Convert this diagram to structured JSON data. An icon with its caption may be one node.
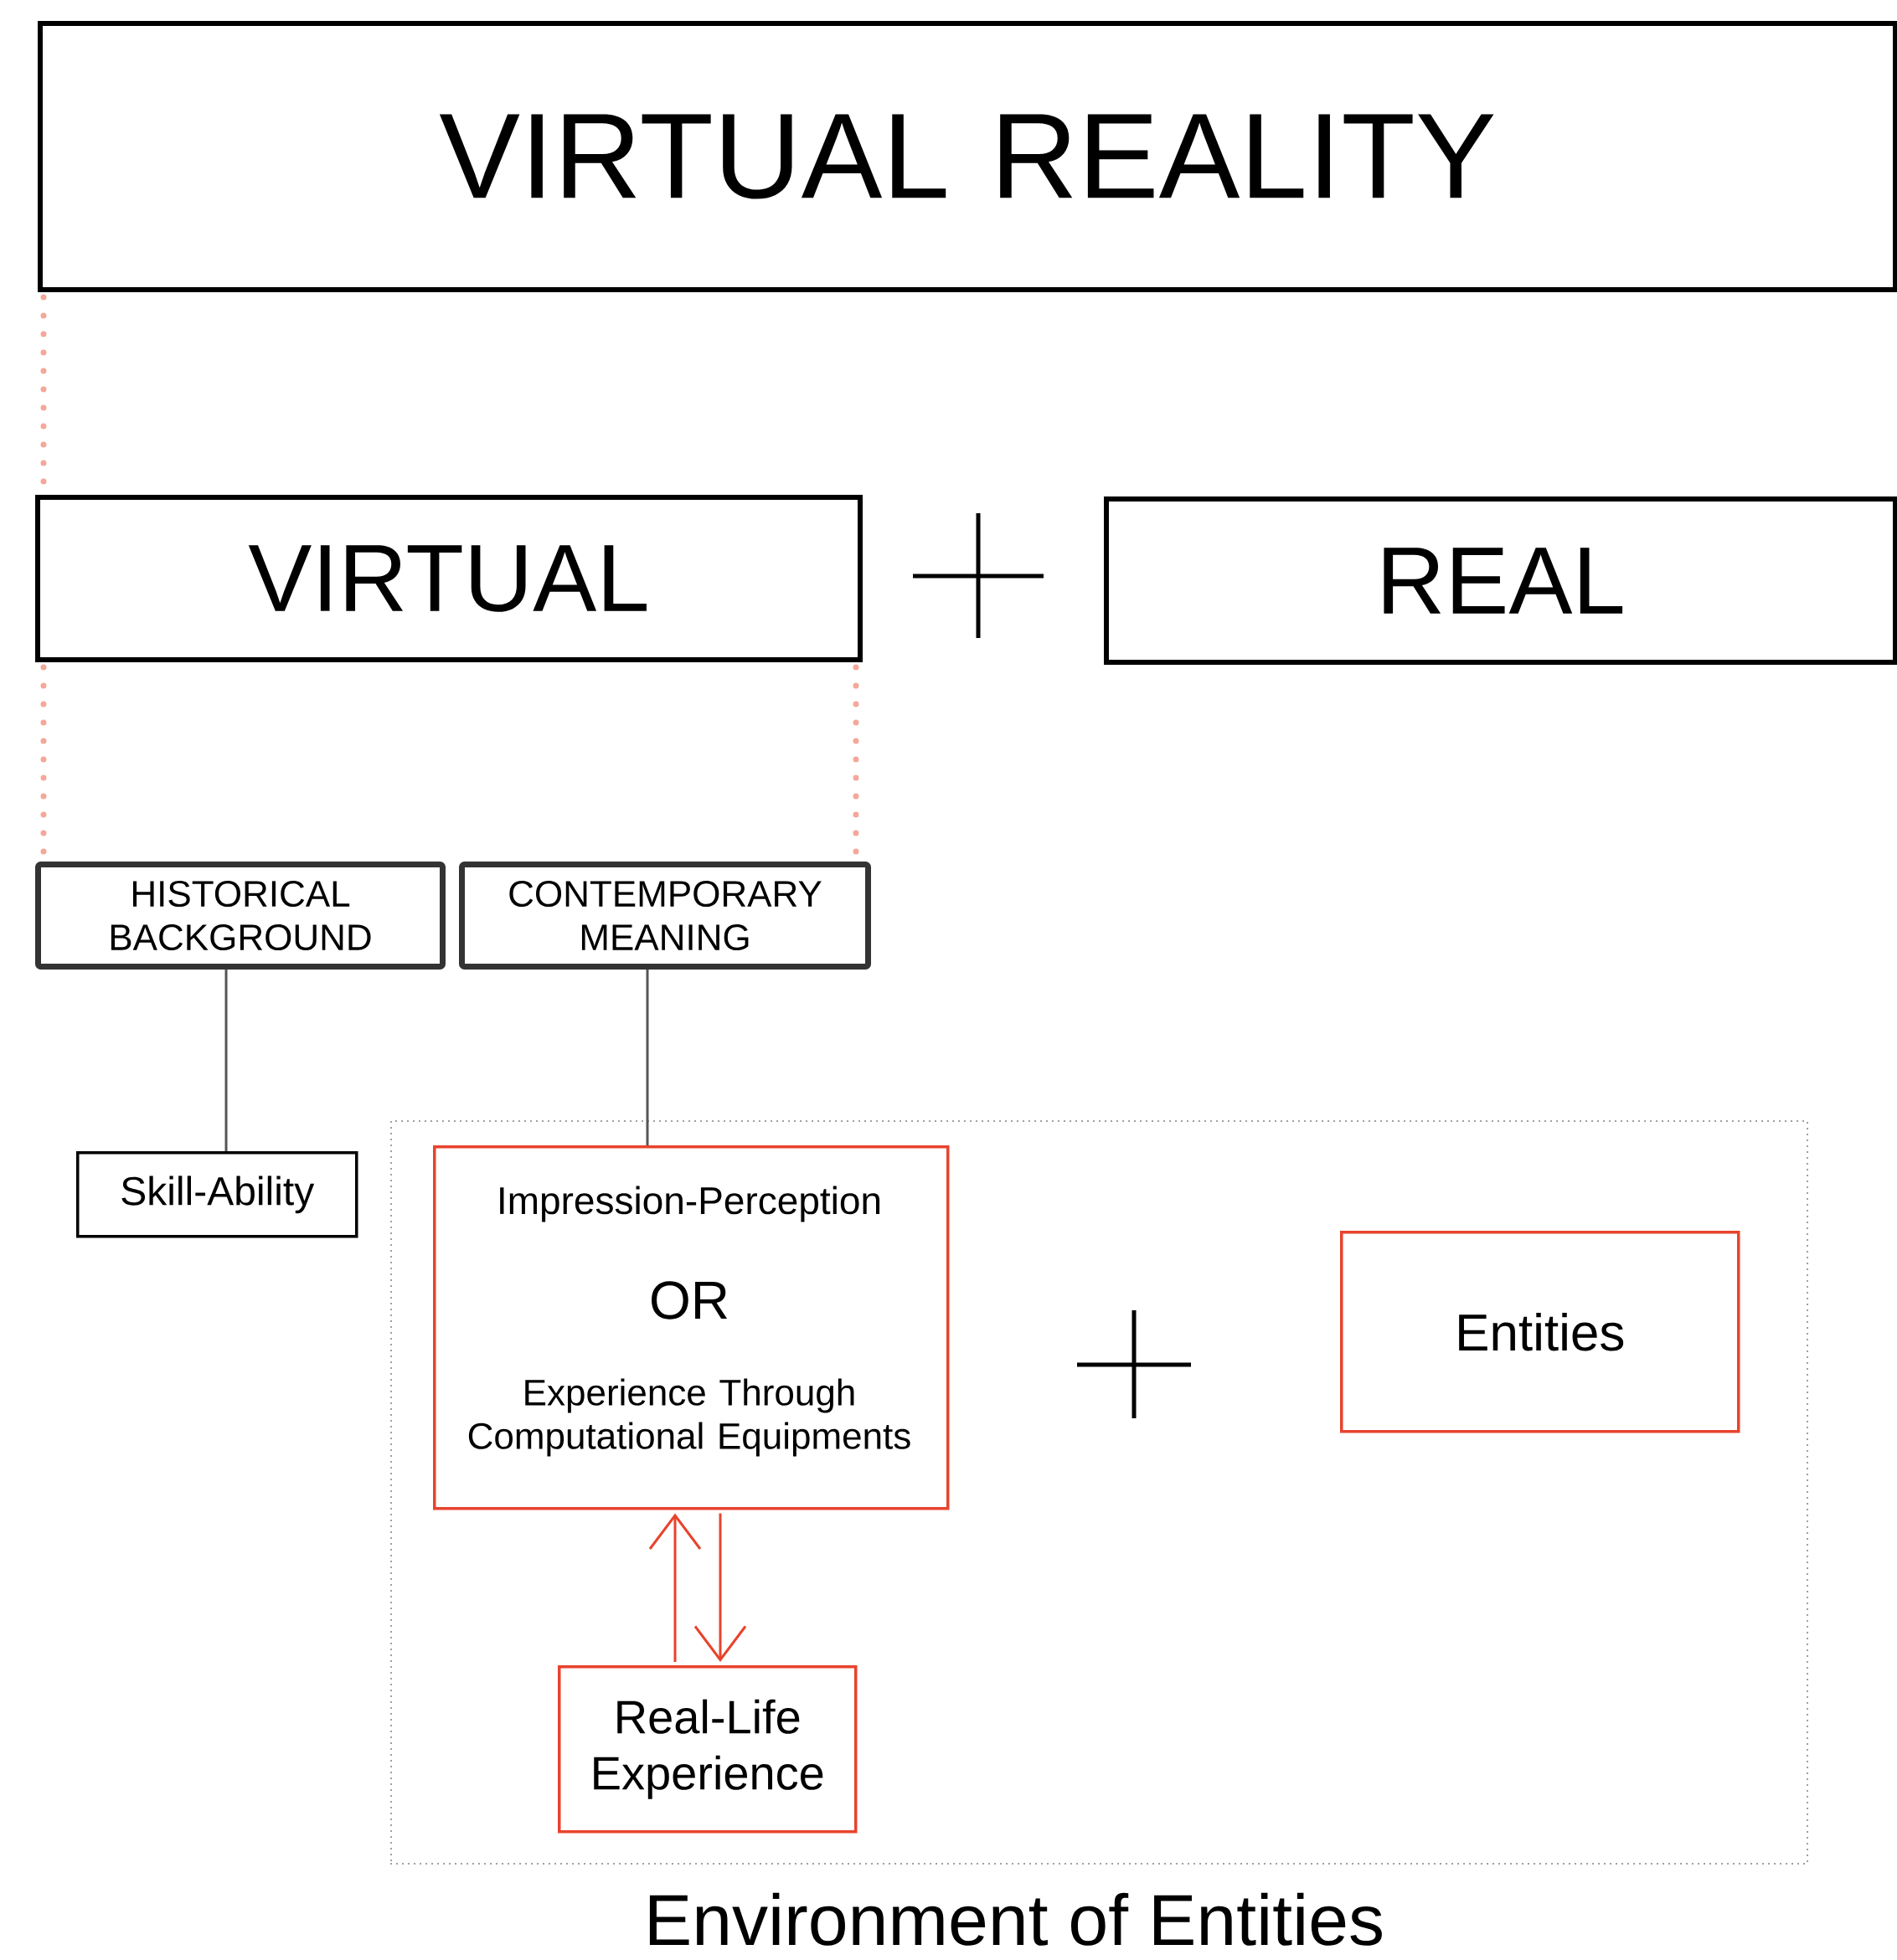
{
  "diagram": {
    "nodes": [
      {
        "text": [
          "VIRTUAL REALITY"
        ]
      },
      {
        "text": [
          "VIRTUAL"
        ]
      },
      {
        "text": [
          "REAL"
        ]
      },
      {
        "text": [
          "HISTORICAL BACKGROUND"
        ]
      },
      {
        "text": [
          "CONTEMPORARY MEANING"
        ]
      },
      {
        "text": [
          "Skill-Ability"
        ]
      },
      {
        "text": [
          "Environment of Entities"
        ]
      },
      {
        "text": [
          "Impression-Perception",
          "OR",
          "Experience Through Computational Equipments"
        ],
        "in": 6
      },
      {
        "text": [
          "Entities"
        ],
        "in": 6
      },
      {
        "text": [
          "Real-Life Experience"
        ],
        "in": 6
      }
    ],
    "edges": [
      {
        "from": 0,
        "to": 1,
        "arrow": "none",
        "style": "dashed",
        "color": "#f4a89a"
      },
      {
        "from": 1,
        "to": 3,
        "arrow": "none",
        "style": "dashed",
        "color": "#f4a89a"
      },
      {
        "from": 1,
        "to": 4,
        "arrow": "none",
        "style": "dashed",
        "color": "#f4a89a"
      },
      {
        "from": 3,
        "to": 5,
        "arrow": "none",
        "color": "#555555"
      },
      {
        "from": 4,
        "to": 7,
        "arrow": "none",
        "color": "#555555"
      },
      {
        "from": 9,
        "to": 7,
        "arrow": "to",
        "color": "#e8432d"
      },
      {
        "from": 7,
        "to": 9,
        "arrow": "to",
        "color": "#e8432d"
      }
    ]
  }
}
